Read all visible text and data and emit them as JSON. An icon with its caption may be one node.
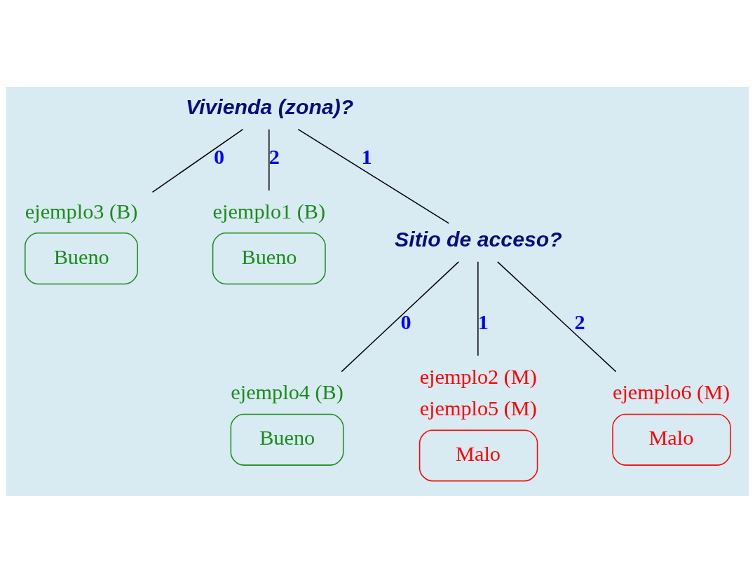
{
  "diagram": {
    "nodes": [
      {
        "text": [
          "Vivienda (zona)?"
        ]
      },
      {
        "text": [
          "Bueno"
        ],
        "beside": [
          "ejemplo3 (B)"
        ]
      },
      {
        "text": [
          "Bueno"
        ],
        "beside": [
          "ejemplo1 (B)"
        ]
      },
      {
        "text": [
          "Sitio de acceso?"
        ]
      },
      {
        "text": [
          "Bueno"
        ],
        "beside": [
          "ejemplo4 (B)"
        ]
      },
      {
        "text": [
          "Malo"
        ],
        "beside": [
          "ejemplo2 (M)",
          "ejemplo5 (M)"
        ]
      },
      {
        "text": [
          "Malo"
        ],
        "beside": [
          "ejemplo6 (M)"
        ]
      }
    ],
    "edges": [
      {
        "from": 0,
        "to": 1,
        "arrow": "none",
        "label": "0"
      },
      {
        "from": 0,
        "to": 3,
        "arrow": "none",
        "label": "1"
      },
      {
        "from": 0,
        "to": 2,
        "arrow": "none",
        "label": "2"
      },
      {
        "from": 3,
        "to": 4,
        "arrow": "none",
        "label": "0"
      },
      {
        "from": 3,
        "to": 5,
        "arrow": "none",
        "label": "1"
      },
      {
        "from": 3,
        "to": 6,
        "arrow": "none",
        "label": "2"
      }
    ]
  }
}
